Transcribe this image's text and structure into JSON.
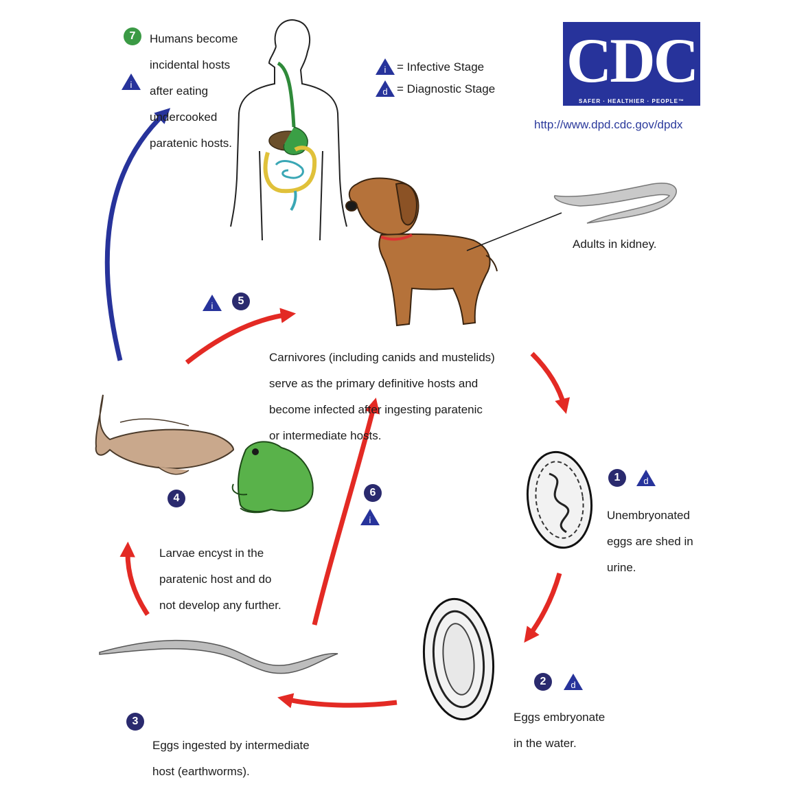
{
  "logo": {
    "name": "CDC",
    "tagline": "SAFER · HEALTHIER · PEOPLE™",
    "url": "http://www.dpd.cdc.gov/dpdx"
  },
  "legend": {
    "infective_symbol": "i",
    "infective_label": "= Infective Stage",
    "diagnostic_symbol": "d",
    "diagnostic_label": "= Diagnostic Stage"
  },
  "steps": {
    "s1": {
      "num": "1",
      "stage": "d",
      "lines": [
        "Unembryonated",
        "eggs are shed in",
        "urine."
      ]
    },
    "s2": {
      "num": "2",
      "stage": "d",
      "lines": [
        "Eggs embryonate",
        "in the water."
      ]
    },
    "s3": {
      "num": "3",
      "lines": [
        "Eggs ingested by intermediate",
        "host (earthworms)."
      ]
    },
    "s4": {
      "num": "4",
      "lines": [
        "Larvae encyst in the",
        "paratenic host and do",
        "not develop any further."
      ]
    },
    "s5": {
      "num": "5",
      "stage": "i"
    },
    "s6": {
      "num": "6",
      "stage": "i"
    },
    "s7": {
      "num": "7",
      "stage": "i",
      "lines": [
        "Humans become",
        "incidental hosts",
        "after eating",
        "undercooked",
        "paratenic hosts."
      ]
    }
  },
  "definitive_host": {
    "lines": [
      "Carnivores (including canids and mustelids)",
      "serve as the primary definitive hosts and",
      "become infected after ingesting paratenic",
      "or intermediate hosts."
    ]
  },
  "adult_label": "Adults in kidney.",
  "colors": {
    "red_arrow": "#e32a24",
    "blue_arrow": "#27339b",
    "badge": "#2a2a6e",
    "badge_green": "#3b9a45",
    "cdc_blue": "#27339b"
  }
}
